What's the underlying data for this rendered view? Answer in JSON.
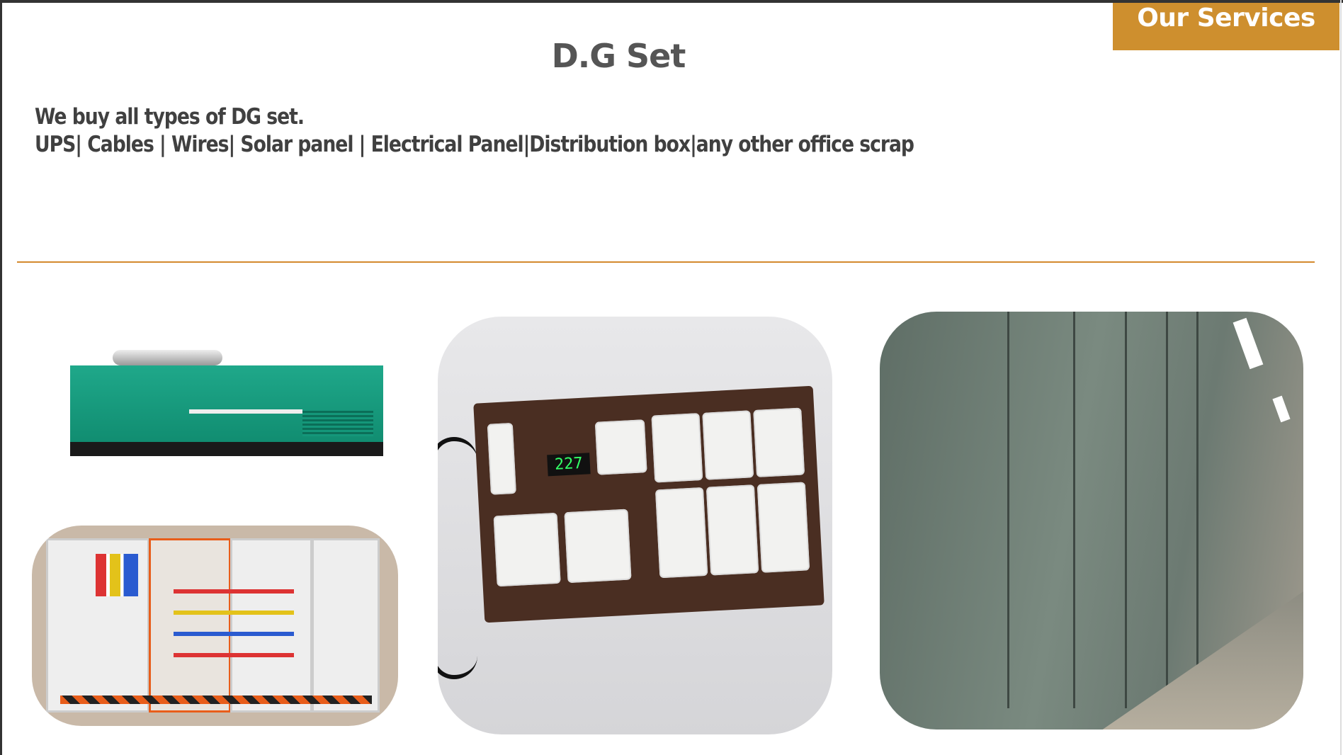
{
  "banner": {
    "label": "Our Services",
    "color": "#CE8F2E"
  },
  "title": "D.G Set",
  "description": {
    "line1": "We buy all types of DG set.",
    "line2": "UPS| Cables | Wires| Solar panel | Electrical Panel|Distribution box|any other office scrap"
  },
  "divider_color": "#D48A2E",
  "images": {
    "switchboard_display": "227"
  }
}
